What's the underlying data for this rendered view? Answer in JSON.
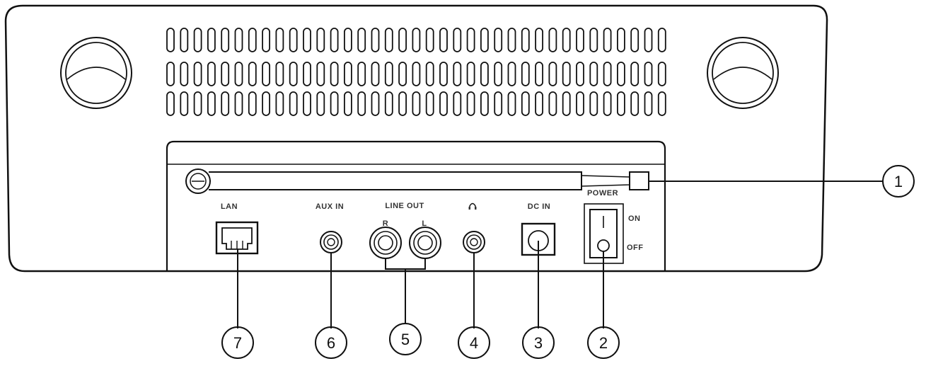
{
  "colors": {
    "line": "#111111",
    "background": "#ffffff",
    "label": "#333333"
  },
  "ports": {
    "lan": "LAN",
    "aux_in": "AUX IN",
    "line_out": "LINE OUT",
    "line_out_right": "R",
    "line_out_left": "L",
    "headphone_icon": "headphone-icon",
    "dc_in": "DC IN",
    "power": "POWER",
    "power_on": "ON",
    "power_off": "OFF"
  },
  "callouts": {
    "antenna": "1",
    "power_switch": "2",
    "dc_in": "3",
    "headphone": "4",
    "line_out": "5",
    "aux_in": "6",
    "lan": "7"
  }
}
